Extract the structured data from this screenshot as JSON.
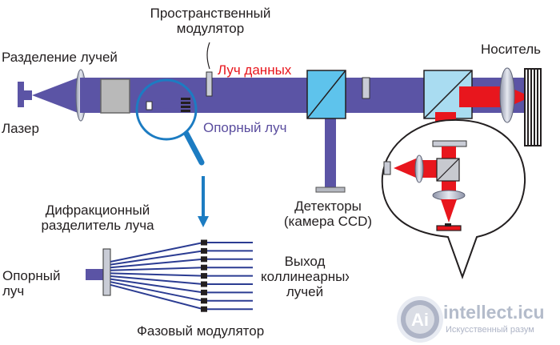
{
  "labels": {
    "spatial_modulator": "Пространственный\nмодулятор",
    "beam_split": "Разделение лучей",
    "carrier": "Носитель",
    "data_beam": "Луч данных",
    "laser": "Лазер",
    "reference_beam": "Опорный луч",
    "detectors": "Детекторы\n(камера CCD)",
    "diffraction_splitter": "Дифракционный\nразделитель луча",
    "reference_beam_bottom": "Опорный\nлуч",
    "collinear_output": "Выход\nколлинеарных\nлучей",
    "phase_modulator": "Фазовый модулятор"
  },
  "watermark": {
    "icon": "ai-logo-icon",
    "title": "intellect.icu",
    "subtitle": "Искусственный разум"
  },
  "colors": {
    "beam": "#5b54a5",
    "data_beam": "#e8161d",
    "optics": "#aeb4c6",
    "cube": "#6fc8ef",
    "magnifier": "#1c7cc2",
    "fan_lines": "#2b3c92"
  }
}
